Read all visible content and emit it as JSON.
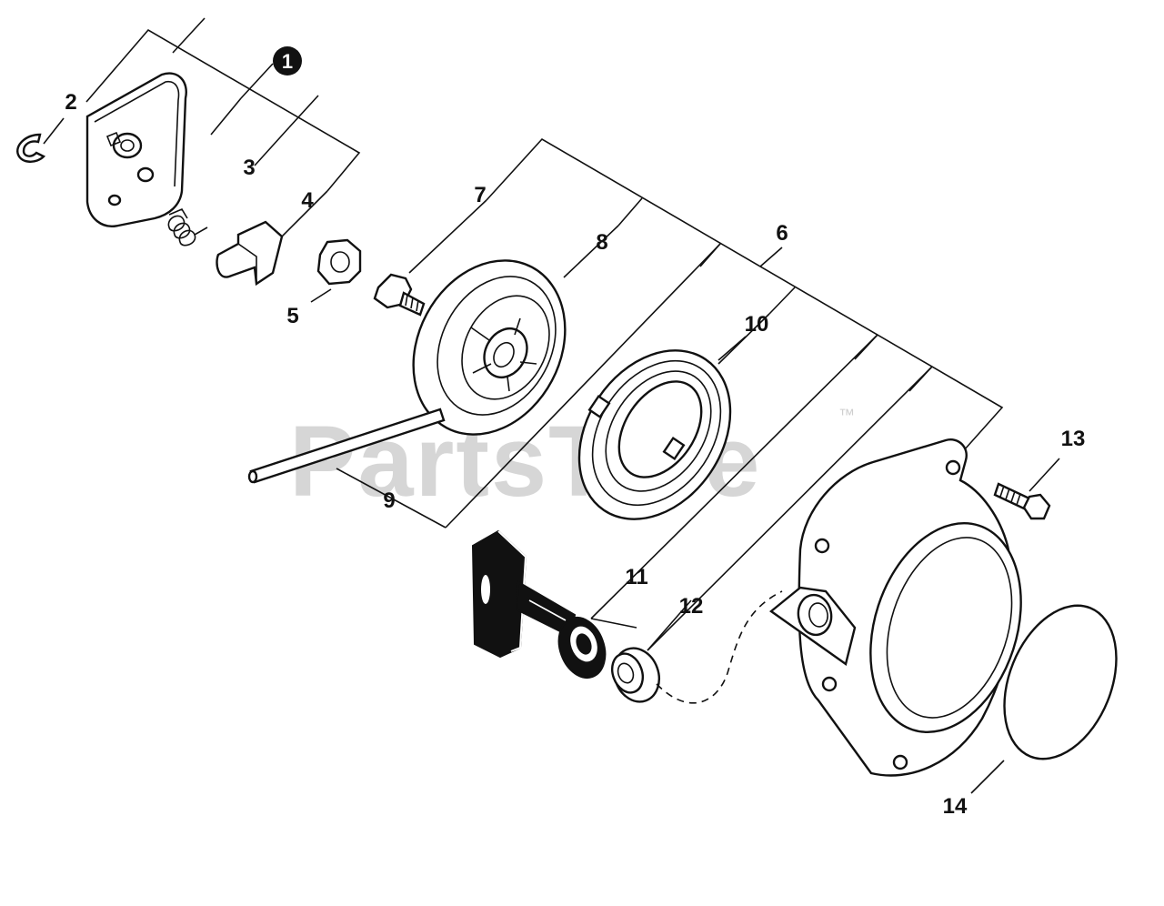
{
  "watermark": {
    "brand": "PartsTree",
    "trademark": "™"
  },
  "callouts": {
    "c1": "1",
    "c2": "2",
    "c3": "3",
    "c4": "4",
    "c5": "5",
    "c6": "6",
    "c7": "7",
    "c8": "8",
    "c9": "9",
    "c10": "10",
    "c11": "11",
    "c12": "12",
    "c13": "13",
    "c14": "14"
  }
}
